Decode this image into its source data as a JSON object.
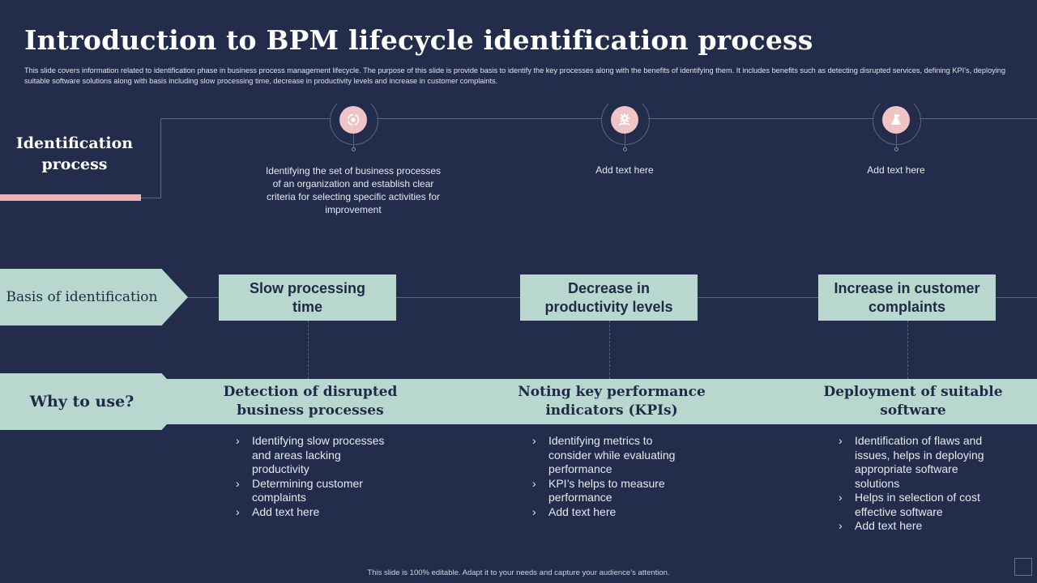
{
  "title": "Introduction to BPM lifecycle identification process",
  "subtitle": "This slide covers information related to identification phase in business process management lifecycle. The purpose of this slide is provide basis to identify the key processes along with the benefits of identifying them. It includes benefits such as detecting disrupted services, defining KPI’s, deploying suitable software solutions along with basis including slow processing time, decrease in productivity levels and increase in customer complaints.",
  "identification": {
    "label": "Identification process",
    "items": [
      {
        "icon": "gear-cycle-icon",
        "text": "Identifying the set of business processes of an organization and establish clear criteria for selecting specific activities for improvement"
      },
      {
        "icon": "gear-hand-icon",
        "text": "Add text here"
      },
      {
        "icon": "flask-icon",
        "text": "Add text here"
      }
    ]
  },
  "basis": {
    "label": "Basis of identification",
    "boxes": [
      "Slow processing time",
      "Decrease in productivity levels",
      "Increase in customer complaints"
    ]
  },
  "why": {
    "label": "Why to use?",
    "headings": [
      "Detection of  disrupted business processes",
      "Noting key performance indicators (KPIs)",
      "Deployment of suitable software"
    ],
    "bullets": [
      [
        "Identifying slow processes and areas lacking productivity",
        "Determining customer complaints",
        "Add text here"
      ],
      [
        "Identifying metrics to consider while evaluating performance",
        "KPI’s helps to measure performance",
        "Add text here"
      ],
      [
        "Identification of flaws and issues, helps in deploying appropriate software solutions",
        "Helps in selection of cost effective software",
        "Add text here"
      ]
    ],
    "bullet_glyph": "›"
  },
  "footer": "This slide is 100% editable.  Adapt it to your needs and capture your audience’s attention.",
  "colors": {
    "background": "#232d4b",
    "mint": "#b7d7cf",
    "pink": "#f0c4c4",
    "accent_bar": "#e8b4b4"
  }
}
